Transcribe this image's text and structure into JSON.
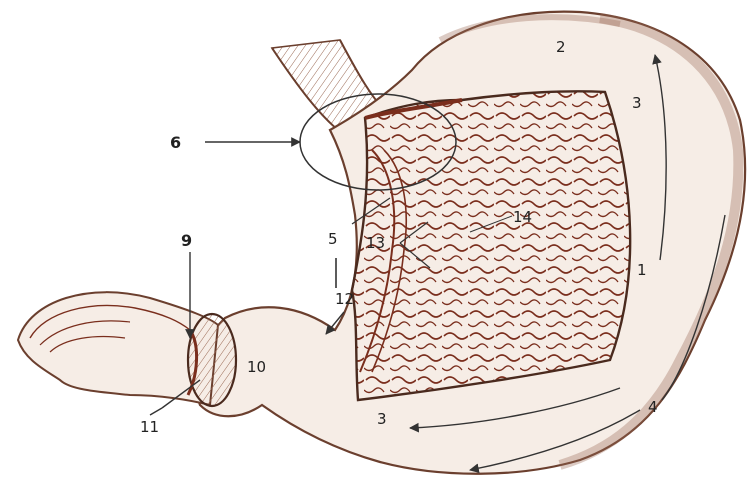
{
  "labels": {
    "l1": "1",
    "l2": "2",
    "l3a": "3",
    "l3b": "3",
    "l4": "4",
    "l5": "5",
    "l6": "6",
    "l9": "9",
    "l10": "10",
    "l11": "11",
    "l12": "12",
    "l13": "13",
    "l14": "14"
  },
  "colors": {
    "outline": "#6b3f2e",
    "mucosa": "#7a2e1d",
    "shade": "#9b6a55",
    "label": "#222222"
  }
}
